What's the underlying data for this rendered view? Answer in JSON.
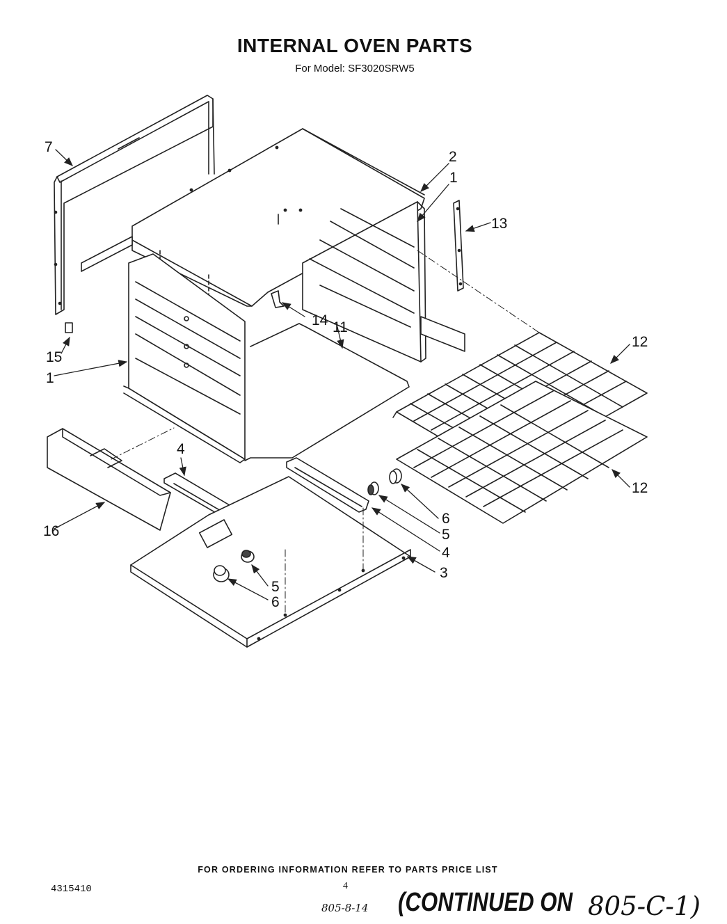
{
  "page": {
    "title": "INTERNAL OVEN PARTS",
    "subtitle": "For Model: SF3020SRW5"
  },
  "callouts": [
    "7",
    "2",
    "1",
    "13",
    "14",
    "11",
    "12",
    "15",
    "1",
    "12",
    "4",
    "16",
    "6",
    "5",
    "4",
    "3",
    "5",
    "6"
  ],
  "footer": {
    "ordering_note": "FOR ORDERING INFORMATION REFER TO PARTS PRICE LIST",
    "doc_number": "4315410",
    "page_number": "4",
    "handwritten_ref": "805-8-14",
    "continued_label": "(CONTINUED ON",
    "continued_code": "805-C-1)"
  }
}
